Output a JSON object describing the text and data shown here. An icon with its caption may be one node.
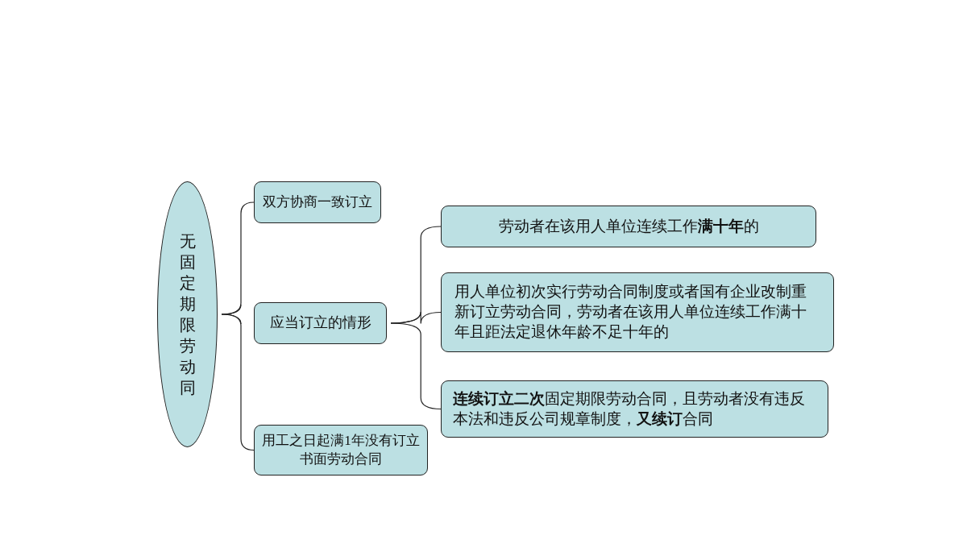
{
  "diagram": {
    "nodes": [
      {
        "text": [
          "无固定期限劳动同"
        ]
      },
      {
        "text": [
          "双方协商一致订立"
        ]
      },
      {
        "text": [
          "应当订立的情形"
        ]
      },
      {
        "text": [
          "用工之日起满1年没有订立书面劳动合同"
        ]
      },
      {
        "text": [
          "劳动者在该用人单位连续工作**满十年**的"
        ]
      },
      {
        "text": [
          "用人单位初次实行劳动合同制度或者国有企业改制重新订立劳动合同，劳动者在该用人单位连续工作满十年且距法定退休年龄不足十年的"
        ]
      },
      {
        "text": [
          "**连续订立二次**固定期限劳动合同，且劳动者没有违反本法和违反公司规章制度，**又续订**合同"
        ]
      }
    ],
    "edges": [
      {
        "from": 0,
        "to": 1,
        "arrow": "none"
      },
      {
        "from": 0,
        "to": 2,
        "arrow": "none"
      },
      {
        "from": 0,
        "to": 3,
        "arrow": "none"
      },
      {
        "from": 2,
        "to": 4,
        "arrow": "none"
      },
      {
        "from": 2,
        "to": 5,
        "arrow": "none"
      },
      {
        "from": 2,
        "to": 6,
        "arrow": "none"
      }
    ]
  }
}
